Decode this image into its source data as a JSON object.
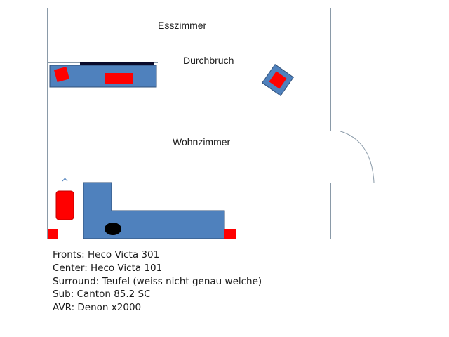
{
  "rooms": {
    "dining": "Esszimmer",
    "opening": "Durchbruch",
    "living": "Wohnzimmer"
  },
  "colors": {
    "wall": "#8a9aa8",
    "furniture": "#4f81bd",
    "furniture_border": "#2f4f78",
    "speaker": "#ff0000",
    "tv": "#0a0a2a",
    "subwoofer": "#000000"
  },
  "equipment": [
    {
      "role": "Fronts",
      "model": "Heco Victa 301",
      "text": "Fronts: Heco Victa 301"
    },
    {
      "role": "Center",
      "model": "Heco Victa 101",
      "text": "Center: Heco Victa 101"
    },
    {
      "role": "Surround",
      "model": "Teufel (weiss nicht genau welche)",
      "text": "Surround: Teufel (weiss nicht genau welche)"
    },
    {
      "role": "Sub",
      "model": "Canton 85.2 SC",
      "text": "Sub: Canton 85.2 SC"
    },
    {
      "role": "AVR",
      "model": "Denon x2000",
      "text": "AVR: Denon x2000"
    }
  ]
}
